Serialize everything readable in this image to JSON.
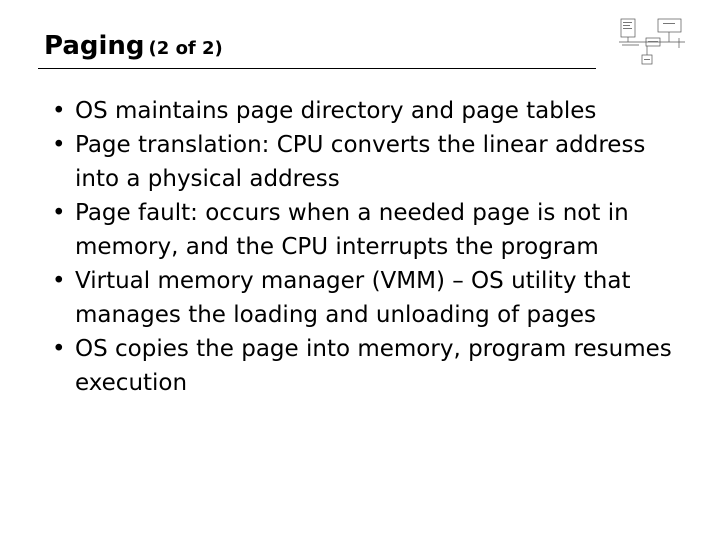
{
  "slide": {
    "title": "Paging",
    "title_suffix": "(2 of 2)",
    "thumbnail_icon": "system-diagram-icon",
    "bullet_glyph": "•",
    "bullets": [
      "OS maintains page directory and page tables",
      "Page translation: CPU converts the linear address into a physical address",
      "Page fault: occurs when a needed page is not in memory, and the CPU interrupts the program",
      "Virtual memory manager (VMM) – OS utility that manages the loading and unloading of pages",
      "OS copies the page into memory, program resumes execution"
    ]
  }
}
